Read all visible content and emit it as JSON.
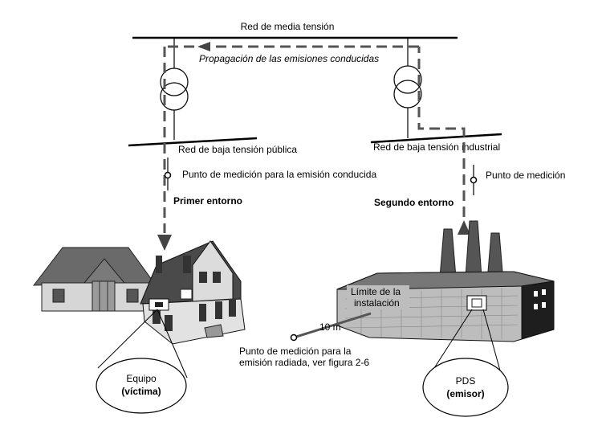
{
  "labels": {
    "mv_network": "Red de media tensión",
    "conducted_propagation": "Propagación de las emisiones conducidas",
    "public_lv_network": "Red de baja tensión pública",
    "industrial_lv_network": "Red de baja tensión industrial",
    "conducted_measurement_point": "Punto de medición para la emisión conducida",
    "measurement_point": "Punto de medición",
    "first_environment": "Primer entorno",
    "second_environment": "Segundo entorno",
    "installation_limit_line1": "Límite de la",
    "installation_limit_line2": "instalación",
    "distance": "10 m",
    "radiated_measurement_line1": "Punto de medición para la",
    "radiated_measurement_line2": "emisión radiada, ver figura 2-6",
    "victim_line1": "Equipo",
    "victim_line2": "(víctima)",
    "emitter_line1": "PDS",
    "emitter_line2": "(emisor)"
  },
  "colors": {
    "line": "#000000",
    "dashed_path": "#555555",
    "roof": "#4a4a4a",
    "wall": "#d9d9d9",
    "factory_wall": "#bdbdbd",
    "chimney": "#555555"
  }
}
